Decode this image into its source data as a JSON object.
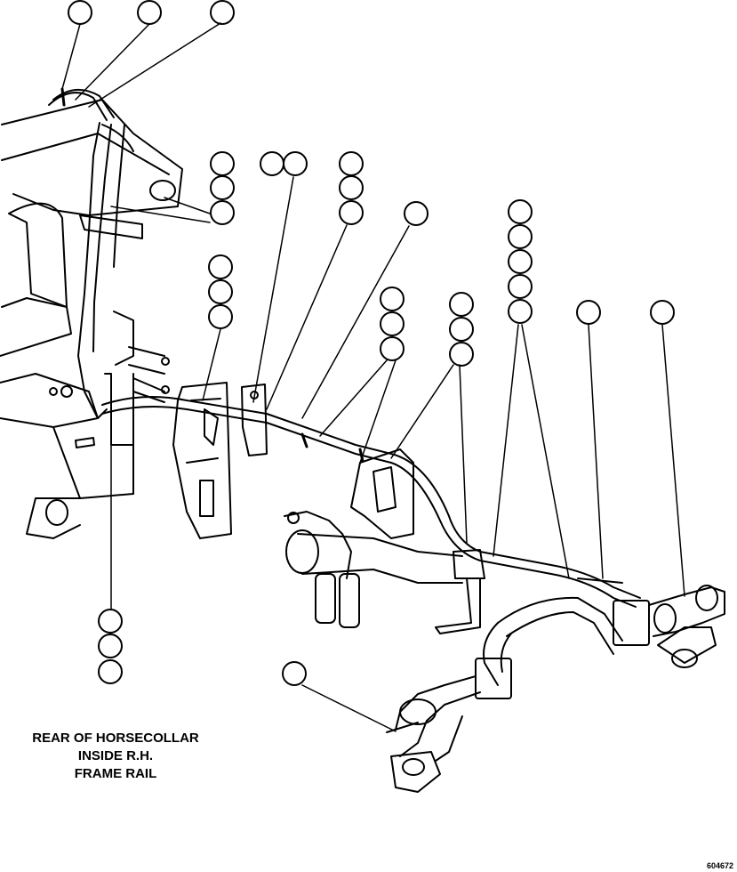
{
  "caption": {
    "line1": "REAR OF HORSECOLLAR",
    "line2": "INSIDE R.H.",
    "line3": "FRAME RAIL"
  },
  "figure_number": "604672",
  "colors": {
    "ink": "#000000",
    "paper": "#ffffff"
  },
  "callouts": {
    "note": "Reference balloons in this drawing are blank (no numbers printed)."
  }
}
